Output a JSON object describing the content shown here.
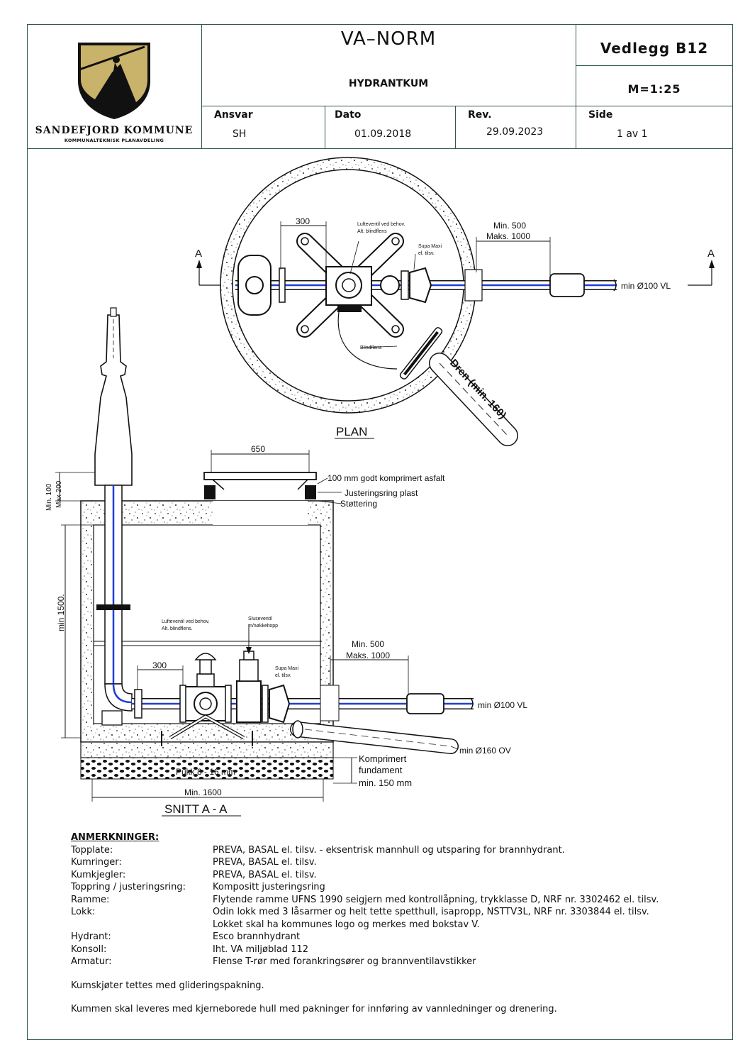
{
  "header": {
    "org_name": "SANDEFJORD KOMMUNE",
    "org_sub": "KOMMUNALTEKNISK PLANAVDELING",
    "title": "VA–NORM",
    "subtitle": "HYDRANTKUM",
    "sheet_id": "Vedlegg  B12",
    "scale": "M=1:25",
    "ansvar_label": "Ansvar",
    "ansvar_value": "SH",
    "dato_label": "Dato",
    "dato_value": "01.09.2018",
    "rev_label": "Rev.",
    "rev_value": "29.09.2023",
    "side_label": "Side",
    "side_value": "1  av  1"
  },
  "plan": {
    "title": "PLAN",
    "section_marker_left": "A",
    "section_marker_right": "A",
    "dim_300": "300",
    "air_valve": "Lufteventil ved behov.",
    "air_valve_alt": "Alt. blindflens",
    "supa_maxi": "Supa Maxi",
    "supa_maxi_alt": "el. tilsv.",
    "min500": "Min. 500",
    "maks1000": "Maks. 1000",
    "pipe_vl": "min Ø100 VL",
    "blindflens": "Blindflens",
    "dren": "Dren (min. 160)"
  },
  "section": {
    "title": "SNITT A - A",
    "dim_650": "650",
    "asfalt": "100 mm godt komprimert asfalt",
    "justering": "Justeringsring plast",
    "stotte": "Støttering",
    "min100": "Min. 100",
    "max200": "Max 200",
    "min1500": "min 1500.",
    "air_valve": "Lufteventil ved behov.",
    "air_valve_alt": "Alt. blindflens.",
    "sluseventil": "Sluseventil",
    "sluseventil_sub": "m/nøkkeltopp",
    "dim_300": "300",
    "supa_maxi": "Supa Maxi",
    "supa_maxi_alt": "el. tilsv.",
    "min500": "Min. 500",
    "maks1000": "Maks. 1000",
    "pipe_vl": "min Ø100 VL",
    "pipe_ov": "min Ø160 OV",
    "pukk": "Pukk 8 - 16 mm",
    "komp1": "Komprimert",
    "komp2": "fundament",
    "komp3": "min. 150 mm",
    "min1600": "Min. 1600"
  },
  "notes": {
    "heading": "ANMERKNINGER:",
    "rows": [
      {
        "k": "Topplate:",
        "v": "PREVA, BASAL el. tilsv. - eksentrisk mannhull og utsparing for brannhydrant."
      },
      {
        "k": "Kumringer:",
        "v": "PREVA, BASAL el. tilsv."
      },
      {
        "k": "Kumkjegler:",
        "v": "PREVA, BASAL el. tilsv."
      },
      {
        "k": "Toppring / justeringsring:",
        "v": "Kompositt justeringsring"
      },
      {
        "k": "Ramme:",
        "v": "Flytende ramme UFNS 1990 seigjern med kontrollåpning, trykklasse D, NRF nr. 3302462 el. tilsv."
      },
      {
        "k": "Lokk:",
        "v": "Odin lokk med 3 låsarmer og helt tette spetthull, isapropp, NSTTV3L, NRF nr. 3303844 el. tilsv."
      },
      {
        "k": "",
        "v": "Lokket skal ha kommunes logo og merkes med bokstav V."
      },
      {
        "k": "Hydrant:",
        "v": "Esco brannhydrant"
      },
      {
        "k": "Konsoll:",
        "v": "Iht. VA miljøblad 112"
      },
      {
        "k": "Armatur:",
        "v": "Flense T-rør med forankringsører og brannventilavstikker"
      }
    ],
    "para1": "Kumskjøter tettes med glideringspakning.",
    "para2": "Kummen skal leveres med kjerneborede hull med pakninger for innføring av vannledninger og drenering."
  },
  "colors": {
    "frame": "#2e5a46",
    "water_pipe": "#1f3fd6",
    "logo_gold": "#c9b26a"
  }
}
